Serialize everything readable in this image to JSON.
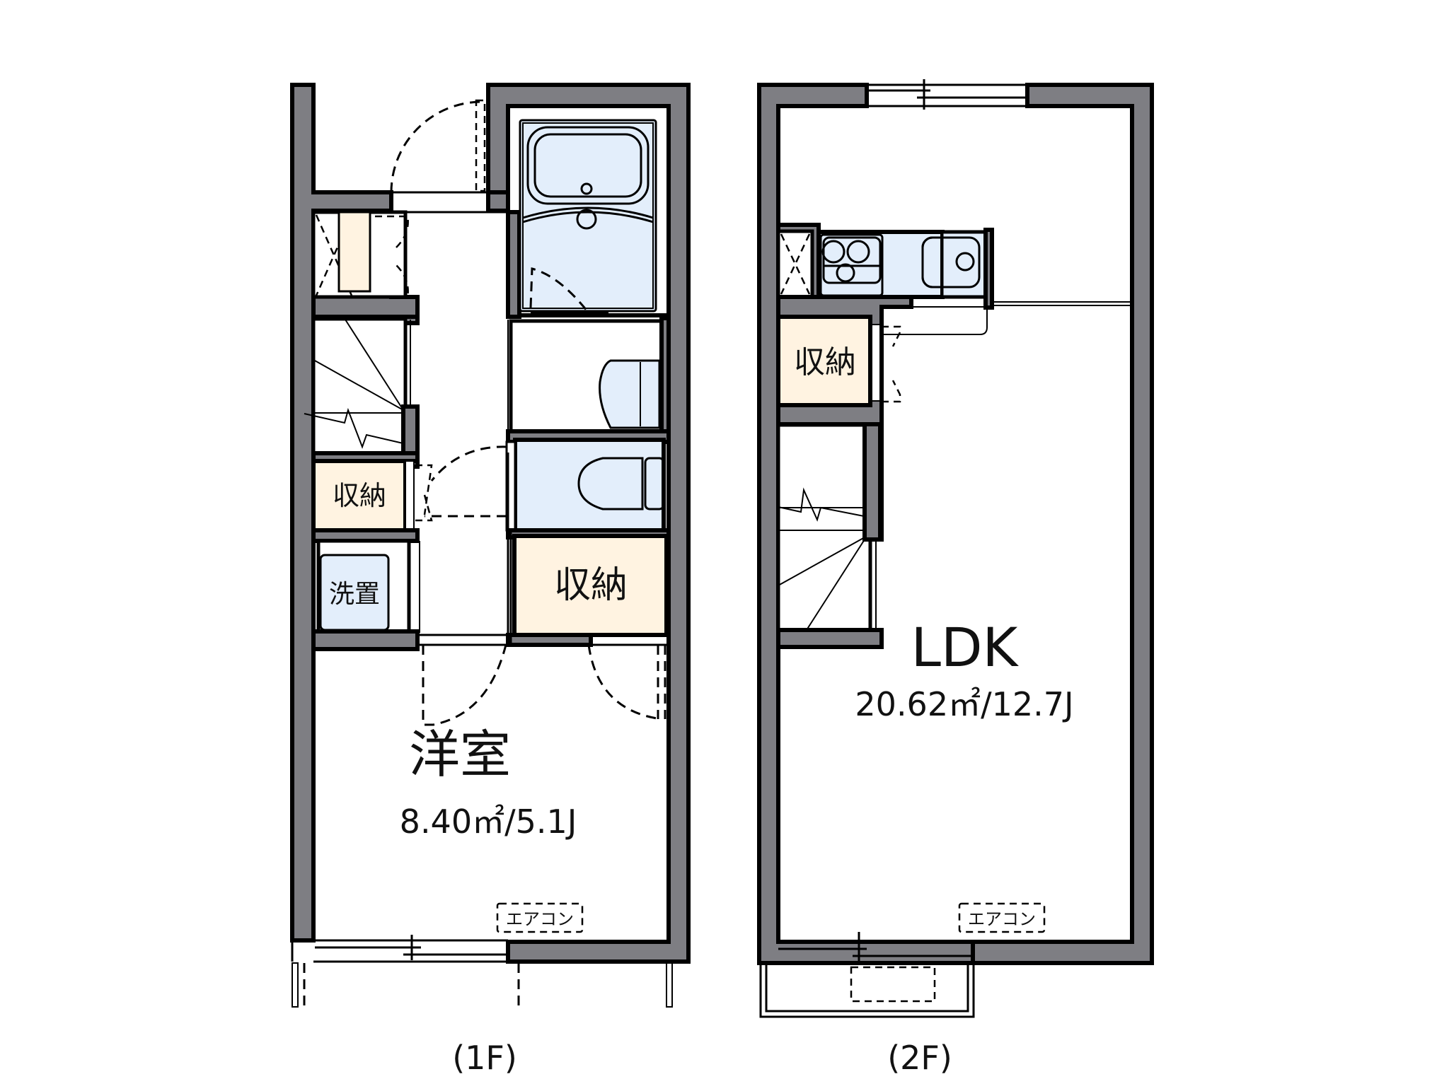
{
  "floorplan": {
    "colors": {
      "wall": "#7e7e83",
      "storage_fill": "#fff3e1",
      "fixture_fill": "#e3eefb",
      "line": "#000000",
      "background": "#ffffff"
    },
    "floor1": {
      "caption": "(1F)",
      "rooms": {
        "western_room": {
          "name": "洋室",
          "area": "8.40㎡/5.1J"
        },
        "storage_large": {
          "name": "収納"
        },
        "storage_small": {
          "name": "収納"
        },
        "washer_space": {
          "name": "洗置"
        }
      },
      "air_conditioner": {
        "label": "エアコン"
      }
    },
    "floor2": {
      "caption": "(2F)",
      "rooms": {
        "ldk": {
          "name": "LDK",
          "area": "20.62㎡/12.7J"
        },
        "storage": {
          "name": "収納"
        }
      },
      "air_conditioner": {
        "label": "エアコン"
      }
    }
  }
}
